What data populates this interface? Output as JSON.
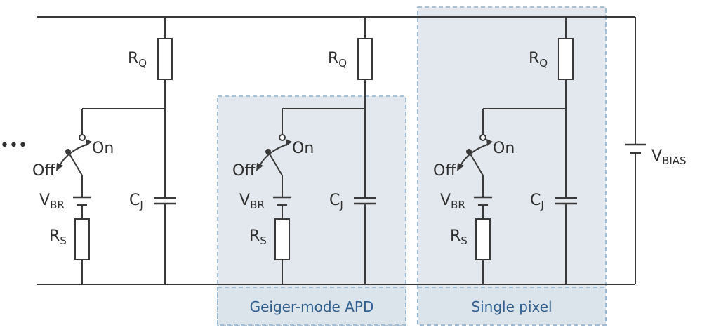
{
  "labels": {
    "quench_resistor": "R",
    "quench_resistor_sub": "Q",
    "junction_cap": "C",
    "junction_cap_sub": "J",
    "breakdown_voltage": "V",
    "breakdown_voltage_sub": "BR",
    "series_resistor": "R",
    "series_resistor_sub": "S",
    "switch_on": "On",
    "switch_off": "Off",
    "bias_voltage": "V",
    "bias_voltage_sub": "BIAS",
    "ellipsis": "•••"
  },
  "boxes": {
    "apd": "Geiger-mode APD",
    "pixel": "Single pixel"
  },
  "colors": {
    "wire": "#3a3a3a",
    "box_fill": "#e3e8ee",
    "box_border": "#8fb0cc",
    "box_text": "#2f5f8f"
  }
}
